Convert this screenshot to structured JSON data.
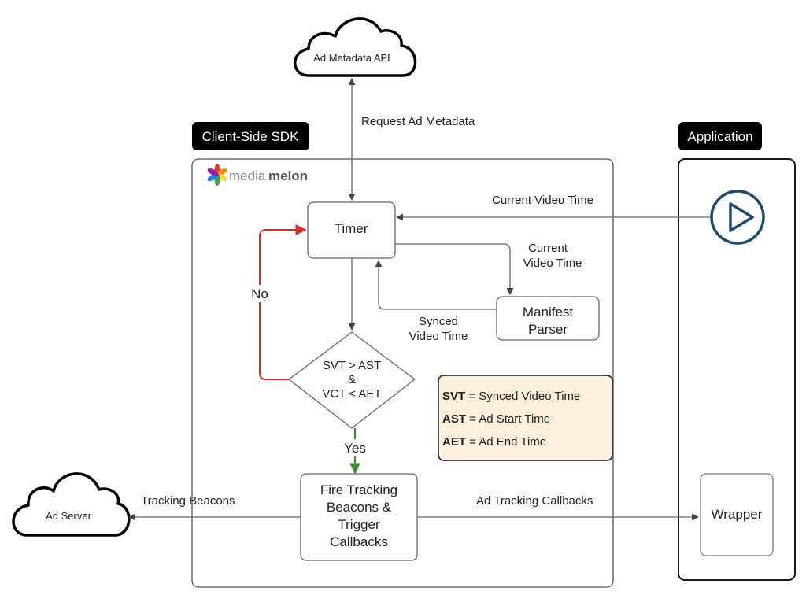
{
  "containers": {
    "sdk": {
      "tag": "Client-Side SDK",
      "logo": {
        "text_light": "media",
        "text_bold": "melon"
      }
    },
    "application": {
      "tag": "Application"
    }
  },
  "clouds": {
    "metadata_api": "Ad Metadata API",
    "ad_server": "Ad Server"
  },
  "nodes": {
    "timer": "Timer",
    "manifest_parser": [
      "Manifest",
      "Parser"
    ],
    "decision": [
      "SVT > AST",
      "&",
      "VCT < AET"
    ],
    "fire_tracking": [
      "Fire Tracking",
      "Beacons &",
      "Trigger",
      "Callbacks"
    ],
    "wrapper": "Wrapper",
    "player_icon": "play-icon"
  },
  "edges": {
    "request_metadata": "Request Ad Metadata",
    "current_video_time_app": "Current Video Time",
    "current_video_time_parser": [
      "Current",
      "Video Time"
    ],
    "synced_video_time": [
      "Synced",
      "Video Time"
    ],
    "no": "No",
    "yes": "Yes",
    "tracking_beacons": "Tracking Beacons",
    "ad_tracking_callbacks": "Ad Tracking Callbacks"
  },
  "legend": [
    {
      "abbr": "SVT",
      "meaning": "= Synced Video Time"
    },
    {
      "abbr": "AST",
      "meaning": "= Ad Start Time"
    },
    {
      "abbr": "AET",
      "meaning": "= Ad End Time"
    }
  ],
  "colors": {
    "no_edge": "#d2322d",
    "yes_edge": "#3a8e2e",
    "legend_bg": "#fdf0dc",
    "player_icon": "#1f4a6b",
    "tag_bg": "#000000"
  }
}
